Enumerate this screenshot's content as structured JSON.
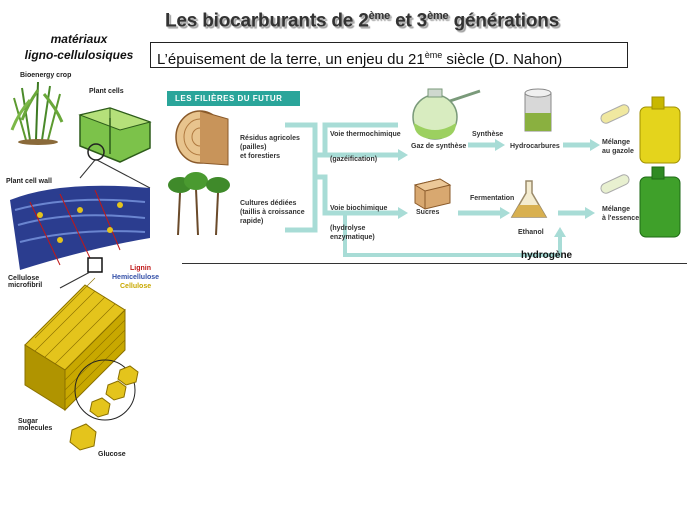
{
  "title": {
    "main": "Les biocarburants de 2",
    "sup1": "ème",
    "mid": " et 3",
    "sup2": "ème",
    "end": " générations"
  },
  "subtitle": {
    "main": "L’épuisement de la terre, un enjeu du 21",
    "sup": "ème",
    "end": " siècle (D. Nahon)"
  },
  "lignocellulose_label": {
    "line1": "matériaux",
    "line2": "ligno-cellulosiques"
  },
  "biomass_labels": {
    "bioenergy_crop": "Bioenergy crop",
    "plant_cells": "Plant cells",
    "plant_cell_wall": "Plant cell wall",
    "lignin": "Lignin",
    "hemicellulose": "Hemicellulose",
    "cellulose": "Cellulose",
    "cellulose_microfibril_1": "Cellulose",
    "cellulose_microfibril_2": "microfibril",
    "sugar_molecules_1": "Sugar",
    "sugar_molecules_2": "molecules",
    "glucose": "Glucose"
  },
  "flow": {
    "banner": "LES FILIÈRES DU FUTUR",
    "residus_1": "Résidus agricoles",
    "residus_2": "(pailles)",
    "residus_3": "et forestiers",
    "cultures_1": "Cultures dédiées",
    "cultures_2": "(taillis à croissance",
    "cultures_3": "rapide)",
    "voie_thermo_1": "Voie thermochimique",
    "voie_thermo_2": "(gazéification)",
    "voie_bio_1": "Voie biochimique",
    "voie_bio_2": "(hydrolyse",
    "voie_bio_3": "enzymatique)",
    "gaz": "Gaz de synthèse",
    "synthese": "Synthèse",
    "hydrocarbures": "Hydrocarbures",
    "melange_gazole_1": "Mélange",
    "melange_gazole_2": "au gazole",
    "sucres": "Sucres",
    "fermentation": "Fermentation",
    "ethanol": "Ethanol",
    "melange_essence_1": "Mélange",
    "melange_essence_2": "à l'essence",
    "hydrogene": "hydrogène"
  },
  "colors": {
    "teal": "#2aa59a",
    "arrow": "#a8dcd6",
    "yellow": "#e4c41c",
    "green": "#2f9d2a",
    "blue": "#2b3d8f",
    "lignin": "#c01818",
    "hemicellulose": "#3450a8",
    "cellulose": "#c8a800"
  }
}
